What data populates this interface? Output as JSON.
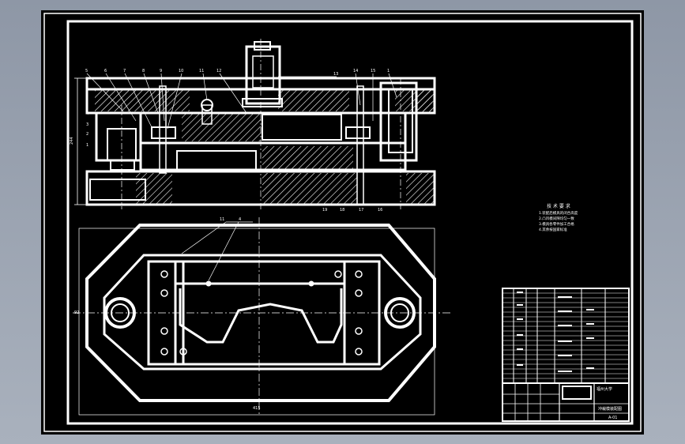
{
  "drawing": {
    "top_view_callouts": [
      "5",
      "6",
      "7",
      "8",
      "9",
      "10",
      "11",
      "12",
      "13",
      "14",
      "15",
      "1"
    ],
    "top_view_side_callouts": [
      "4",
      "3",
      "2",
      "1"
    ],
    "bottom_row_callouts": [
      "19",
      "18",
      "17",
      "16"
    ],
    "height_dimension": "244",
    "plan_view_callouts": [
      "11",
      "4"
    ],
    "plan_side_dimension": "92",
    "plan_width_dimension": "415",
    "notes": {
      "title": "技 术 要 求",
      "lines": [
        "1.装配后模具的闭合高度",
        "2.凸凹模间隙均匀一致",
        "3.模具各零件加工合格",
        "4.其余按国家标准"
      ]
    },
    "title_block": {
      "school": "福州大学",
      "part_name": "冲裁模装配图",
      "drawing_no": "A-01"
    }
  },
  "colors": {
    "sheet": "#000000",
    "lines": "#ffffff",
    "frame_bg": "#9aa3b0"
  }
}
